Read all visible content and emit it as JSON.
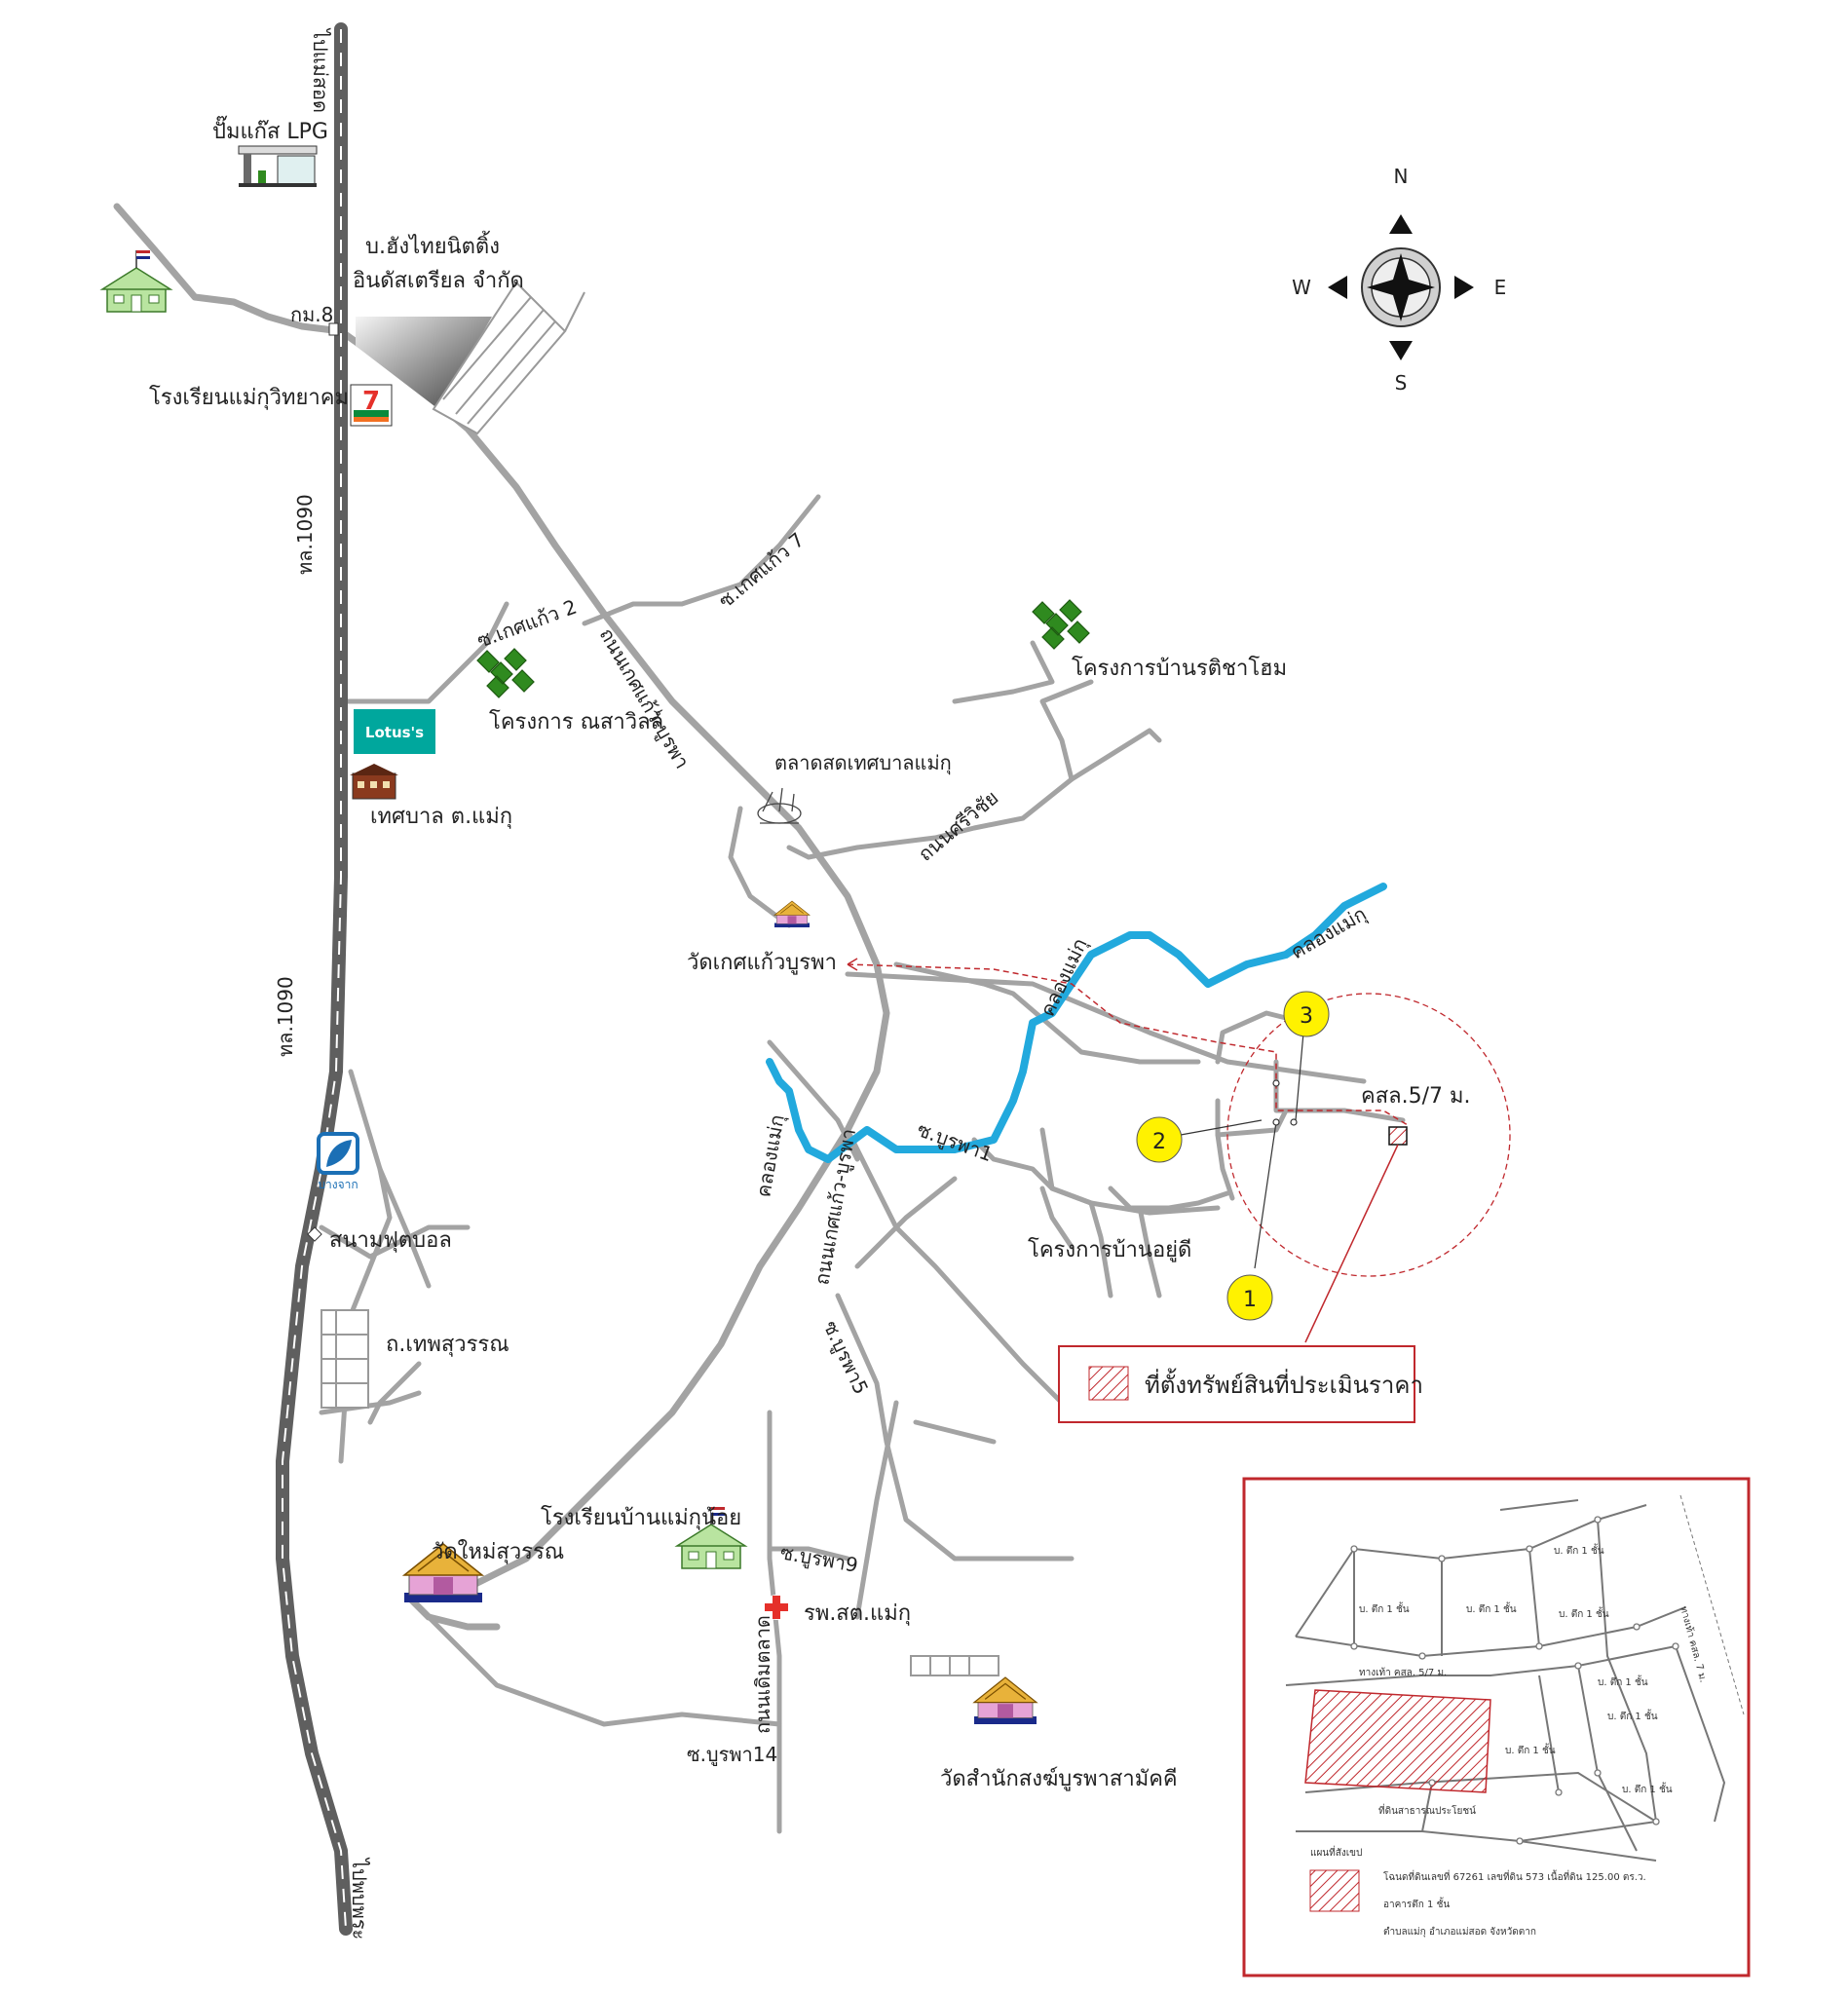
{
  "colors": {
    "road": "#a3a3a3",
    "highway": "#5f5f5f",
    "canal": "#22a9dd",
    "marker_red": "#c0282d",
    "callout_yellow": "#fff200",
    "tree_green": "#2f8a1f",
    "lotus_teal": "#00a79d",
    "temple_pink": "#e6a3d6",
    "temple_gold": "#e8b23a",
    "school_green": "#b9e4a0"
  },
  "compass": {
    "n": "N",
    "s": "S",
    "e": "E",
    "w": "W"
  },
  "labels": {
    "to_maesot": "ไปแม่สอด",
    "to_phop_phra": "ไปพบพระ",
    "hwy_1090_a": "ทล.1090",
    "hwy_1090_b": "ทล.1090",
    "km8": "กม.8",
    "lpg": "ปั๊มแก๊ส LPG",
    "factory_line1": "บ.ฮังไทยนิตติ้ง",
    "factory_line2": "อินดัสเตรียล จำกัด",
    "school_maeku": "โรงเรียนแม่กุวิทยาคม",
    "soi_ketkaew2": "ซ.เกศแก้ว 2",
    "soi_ketkaew7": "ซ.เกศแก้ว 7",
    "road_ketkaew_burapha_1": "ถนนเกศแก้ว-บูรพา",
    "road_ketkaew_burapha_2": "ถนนเกศแก้ว-บูรพา",
    "project_nasavilla": "โครงการ ณสาวิลล์",
    "lotus": "Lotus's",
    "municipality": "เทศบาล ต.แม่กุ",
    "market": "ตลาดสดเทศบาลแม่กุ",
    "road_sriwichai": "ถนนศรีวิชัย",
    "project_ritcha": "โครงการบ้านรติชาโฮม",
    "canal_1": "คลองแม่กุ",
    "canal_2": "คลองแม่กุ",
    "canal_3": "คลองแม่กุ",
    "wat_ketkaew": "วัดเกศแก้วบูรพา",
    "soi_burapha1": "ซ.บูรพา1",
    "soi_burapha5": "ซ.บูรพา5",
    "soi_burapha9": "ซ.บูรพา9",
    "soi_burapha14": "ซ.บูรพา14",
    "project_yudee": "โครงการบ้านอยู่ดี",
    "bangchak": "บางจาก",
    "football": "สนามฟุตบอล",
    "road_thepsuwan": "ถ.เทพสุวรรณ",
    "wat_mai_suwan": "วัดใหม่สุวรรณ",
    "school_maeku_noi": "โรงเรียนบ้านแม่กุน้อย",
    "health_center": "รพ.สต.แม่กุ",
    "road_talat": "ถนนเดิมตลาด",
    "wat_samakkhi": "วัดสำนักสงฆ์บูรพาสามัคคี",
    "road_code": "คสล.5/7 ม.",
    "callout_1": "1",
    "callout_2": "2",
    "callout_3": "3"
  },
  "legend": {
    "label": "ที่ตั้งทรัพย์สินที่ประเมินราคา"
  },
  "inset": {
    "plots": [
      "บ. ตึก 1 ชั้น",
      "บ. ตึก 1 ชั้น",
      "บ. ตึก 1 ชั้น",
      "บ. ตึก 1 ชั้น",
      "บ. ตึก 1 ชั้น",
      "บ. ตึก 1 ชั้น",
      "บ. ตึก 1 ชั้น",
      "บ. ตึก 1 ชั้น"
    ],
    "road_a": "ทางเท้า คสล. 5/7 ม.",
    "road_b": "ทางเท้า คสล. 7 ม.",
    "public_way": "ที่ดินสาธารณประโยชน์",
    "legend_title": "แผนที่สังเขป",
    "legend_line1": "โฉนดที่ดินเลขที่ 67261 เลขที่ดิน 573 เนื้อที่ดิน 125.00 ตร.ว.",
    "legend_line2": "อาคารตึก 1 ชั้น",
    "legend_line3": "ตำบลแม่กุ อำเภอแม่สอด จังหวัดตาก"
  }
}
